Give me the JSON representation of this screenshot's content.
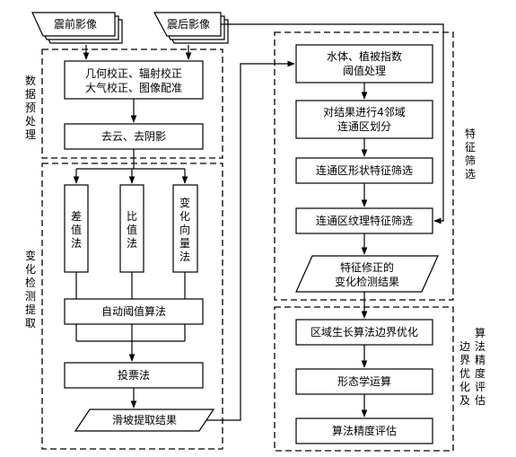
{
  "inputs": {
    "pre": "震前影像",
    "post": "震后影像"
  },
  "preprocess": {
    "title": [
      "数",
      "据",
      "预",
      "处",
      "理"
    ],
    "step1_line1": "几何校正、辐射校正",
    "step1_line2": "大气校正、图像配准",
    "step2": "去云、去阴影"
  },
  "change_detection": {
    "title": [
      "变",
      "化",
      "检",
      "测",
      "提",
      "取"
    ],
    "methods": [
      {
        "label": [
          "差",
          "值",
          "法"
        ]
      },
      {
        "label": [
          "比",
          "值",
          "法"
        ]
      },
      {
        "label": [
          "变",
          "化",
          "向",
          "量",
          "法"
        ]
      }
    ],
    "auto_threshold": "自动阈值算法",
    "voting": "投票法",
    "result": "滑坡提取结果"
  },
  "feature_filter": {
    "title": [
      "特",
      "征",
      "筛",
      "选"
    ],
    "step1_line1": "水体、植被指数",
    "step1_line2": "阈值处理",
    "step2_line1": "对结果进行4邻域",
    "step2_line2": "连通区划分",
    "step3": "连通区形状特征筛选",
    "step4": "连通区纹理特征筛选",
    "result_line1": "特征修正的",
    "result_line2": "变化检测结果"
  },
  "boundary_optimization": {
    "title_col1": [
      "边",
      "界",
      "优",
      "化",
      "及"
    ],
    "title_col2": [
      "算",
      "法",
      "精",
      "度",
      "评",
      "估"
    ],
    "step1": "区域生长算法边界优化",
    "step2": "形态学运算",
    "step3": "算法精度评估"
  }
}
